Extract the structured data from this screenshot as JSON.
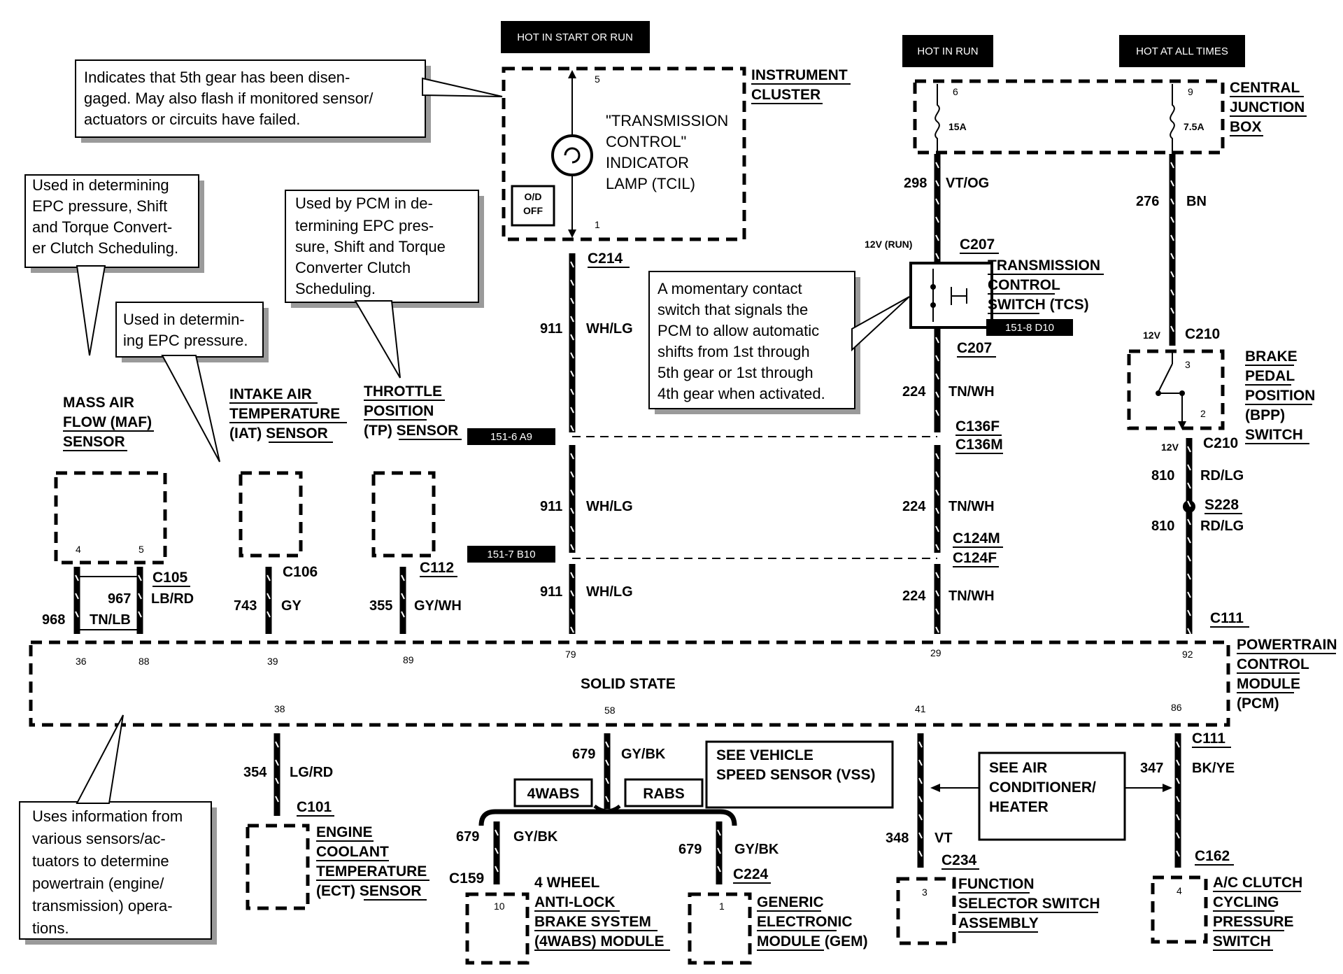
{
  "power": {
    "hot_start_run": "HOT IN START OR RUN",
    "hot_run": "HOT IN RUN",
    "hot_all_times": "HOT AT ALL TIMES"
  },
  "callouts": {
    "fifth_gear": [
      "Indicates that 5th gear has been disen-",
      "gaged.  May also flash if monitored sensor/",
      "actuators or circuits have failed."
    ],
    "maf_use": [
      "Used in determining",
      "EPC pressure, Shift",
      "and Torque Convert-",
      "er Clutch Scheduling."
    ],
    "iat_use": [
      "Used in determin-",
      "ing EPC pressure."
    ],
    "tp_use": [
      "Used by PCM in de-",
      "termining EPC pres-",
      "sure, Shift and Torque",
      "Converter Clutch",
      "Scheduling."
    ],
    "tcs_use": [
      "A momentary contact",
      "switch that signals the",
      "PCM to allow automatic",
      "shifts from 1st through",
      "5th gear or 1st through",
      "4th gear when activated."
    ],
    "pcm_use": [
      "Uses information from",
      "various sensors/ac-",
      "tuators to determine",
      "powertrain (engine/",
      "transmission) opera-",
      "tions."
    ]
  },
  "components": {
    "instrument_cluster": [
      "INSTRUMENT",
      "CLUSTER"
    ],
    "tcil": [
      "\"TRANSMISSION",
      "CONTROL\"",
      "INDICATOR",
      "LAMP (TCIL)"
    ],
    "od_off": [
      "O/D",
      "OFF"
    ],
    "central_junction": [
      "CENTRAL",
      "JUNCTION",
      "BOX"
    ],
    "tcs": [
      "TRANSMISSION",
      "CONTROL",
      "SWITCH (TCS)"
    ],
    "bpp": [
      "BRAKE",
      "PEDAL",
      "POSITION",
      "(BPP)",
      "SWITCH"
    ],
    "maf": [
      "MASS AIR",
      "FLOW (MAF)",
      "SENSOR"
    ],
    "iat": [
      "INTAKE AIR",
      "TEMPERATURE",
      "(IAT) SENSOR"
    ],
    "tp": [
      "THROTTLE",
      "POSITION",
      "(TP) SENSOR"
    ],
    "pcm": [
      "POWERTRAIN",
      "CONTROL",
      "MODULE",
      "(PCM)"
    ],
    "solid_state": "SOLID STATE",
    "ect": [
      "ENGINE",
      "COOLANT",
      "TEMPERATURE",
      "(ECT) SENSOR"
    ],
    "vss": [
      "SEE VEHICLE",
      "SPEED SENSOR (VSS)"
    ],
    "ac_heater": [
      "SEE AIR",
      "CONDITIONER/",
      "HEATER"
    ],
    "abs_module": [
      "4 WHEEL",
      "ANTI-LOCK",
      "BRAKE SYSTEM",
      "(4WABS) MODULE"
    ],
    "gem": [
      "GENERIC",
      "ELECTRONIC",
      "MODULE (GEM)"
    ],
    "fss": [
      "FUNCTION",
      "SELECTOR SWITCH",
      "ASSEMBLY"
    ],
    "acc": [
      "A/C CLUTCH",
      "CYCLING",
      "PRESSURE",
      "SWITCH"
    ],
    "wabs": "4WABS",
    "rabs": "RABS"
  },
  "refs": {
    "r1": "151-6 A9",
    "r2": "151-7 B10",
    "r3": "151-8 D10"
  },
  "fuses": {
    "f1": "15A",
    "f2": "7.5A"
  },
  "voltages": {
    "run": "12V (RUN)",
    "v12": "12V"
  },
  "connectors": {
    "c214": "C214",
    "c207": "C207",
    "c136f": "C136F",
    "c136m": "C136M",
    "c124m": "C124M",
    "c124f": "C124F",
    "c210": "C210",
    "s228": "S228",
    "c111": "C111",
    "c105": "C105",
    "c106": "C106",
    "c112": "C112",
    "c101": "C101",
    "c159": "C159",
    "c224": "C224",
    "c234": "C234",
    "c162": "C162"
  },
  "wires": {
    "w298": "298",
    "vtog": "VT/OG",
    "w276": "276",
    "bn": "BN",
    "w911": "911",
    "whlg": "WH/LG",
    "w224": "224",
    "tnwh": "TN/WH",
    "w810": "810",
    "rdlg": "RD/LG",
    "w968": "968",
    "w967": "967",
    "tnlb": "TN/LB",
    "lbrd": "LB/RD",
    "w743": "743",
    "gy": "GY",
    "w355": "355",
    "gywh": "GY/WH",
    "w354": "354",
    "lgrd": "LG/RD",
    "w679": "679",
    "gybk": "GY/BK",
    "w348": "348",
    "vt": "VT",
    "w347": "347",
    "bkye": "BK/YE"
  },
  "pins": {
    "p5": "5",
    "p1": "1",
    "p6": "6",
    "p9": "9",
    "p3": "3",
    "p2": "2",
    "p4": "4",
    "p36": "36",
    "p88": "88",
    "p39": "39",
    "p89": "89",
    "p79": "79",
    "p29": "29",
    "p92": "92",
    "p38": "38",
    "p58": "58",
    "p41": "41",
    "p86": "86",
    "p10": "10"
  }
}
